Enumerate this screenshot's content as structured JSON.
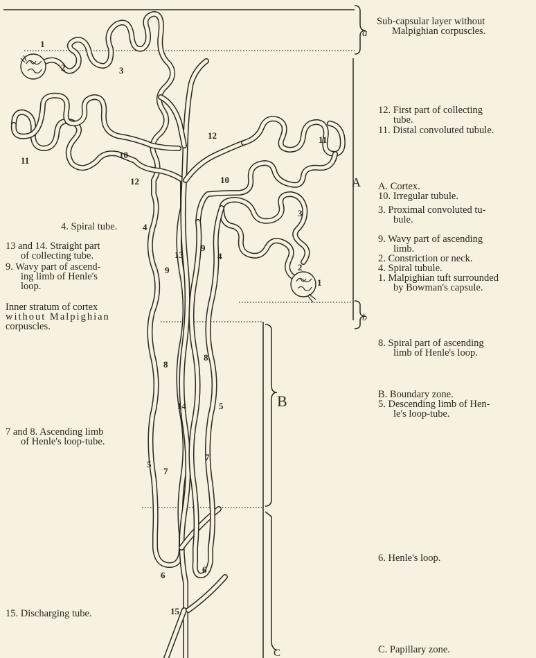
{
  "labels_right": {
    "a": [
      "Sub-capsular layer without",
      "Malpighian corpuscles."
    ],
    "first_collecting": [
      "12. First part of collecting",
      "tube."
    ],
    "distal": "11. Distal convoluted tubule.",
    "cortex": "A. Cortex.",
    "irregular": "10. Irregular tubule.",
    "proximal": [
      "3. Proximal convoluted tu-",
      "bule."
    ],
    "wavy_right": [
      "9. Wavy part of ascending",
      "limb."
    ],
    "constriction": "2. Constriction or neck.",
    "spiral_tubule": "4. Spiral tubule.",
    "malpighian": [
      "1. Malpighian tuft surrounded",
      "by Bowman's capsule."
    ],
    "spiral_part": [
      "8. Spiral part of ascending",
      "limb of Henle's loop."
    ],
    "boundary": "B. Boundary zone.",
    "descending": [
      "5. Descending limb of Hen-",
      "le's loop-tube."
    ],
    "henle_loop": "6. Henle's loop.",
    "papillary": "C. Papillary zone."
  },
  "labels_left": {
    "spiral_tube": "4. Spiral tube.",
    "straight": [
      "13 and 14. Straight part",
      "of collecting tube."
    ],
    "wavy_left": [
      "9. Wavy part of ascend-",
      "ing limb of Henle's",
      "loop."
    ],
    "inner_stratum": [
      "Inner stratum of cortex",
      "without Malpighian",
      "corpuscles."
    ],
    "ascending": [
      "7 and 8. Ascending limb",
      "of Henle's loop-tube."
    ],
    "discharging": "15. Discharging tube."
  },
  "diagram_numbers": {
    "n1_top": "1",
    "n2_top": "2",
    "n3_top": "3",
    "n11_left": "11",
    "n10_left": "10",
    "n12_left": "12",
    "n12_top": "12",
    "n11_right": "11",
    "n10_right": "10",
    "n3_right": "3",
    "n2_right": "2",
    "n1_right": "1",
    "n4_left": "4",
    "n9_left": "9",
    "n13": "13",
    "n9_mid": "9",
    "n4_right": "4",
    "n8_left": "8",
    "n8_right": "8",
    "n14": "14",
    "n5_right": "5",
    "n5_left": "5",
    "n7_left": "7",
    "n7_right": "7",
    "n6_left": "6",
    "n6_right": "6",
    "n15": "15"
  },
  "zones": {
    "a": "a",
    "b_small": "b",
    "A": "A",
    "B": "B",
    "C": "C"
  }
}
